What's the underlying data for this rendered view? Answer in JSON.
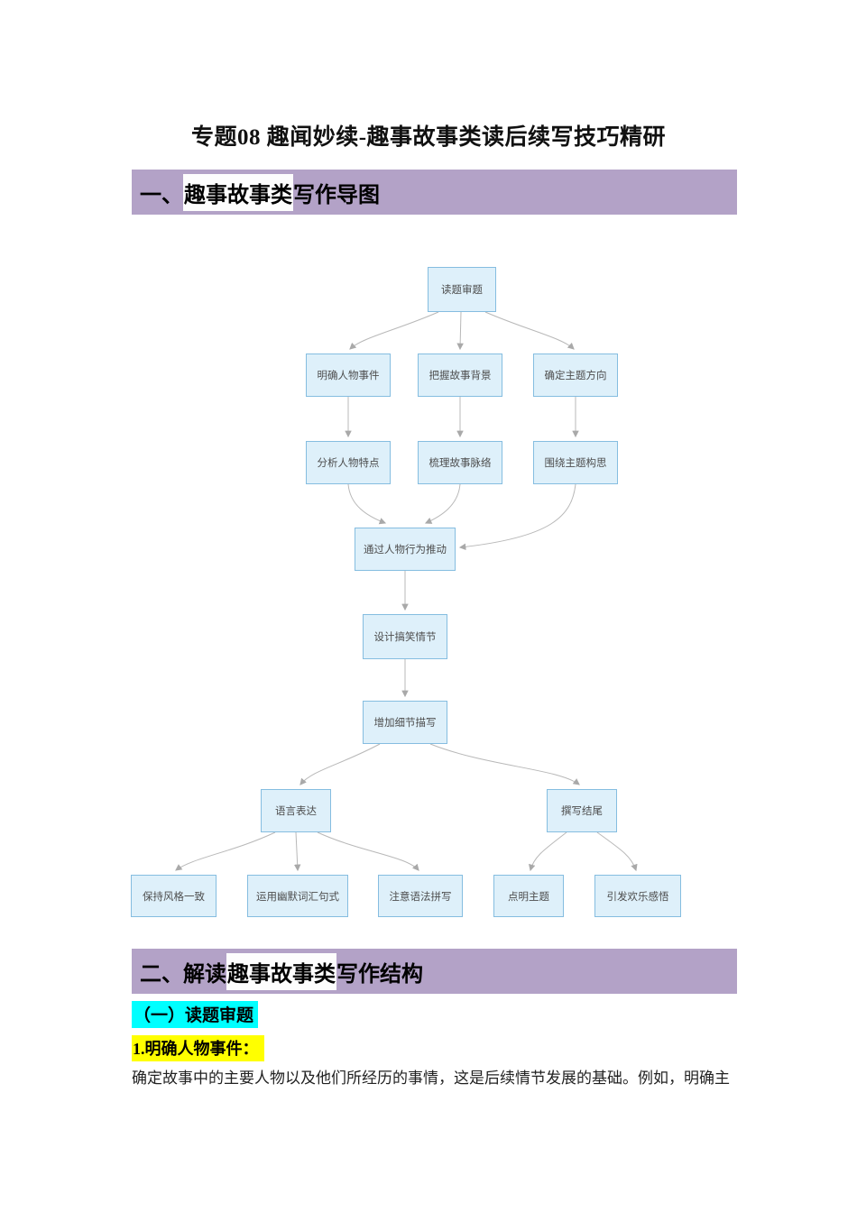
{
  "title": "专题08 趣闻妙续-趣事故事类读后续写技巧精研",
  "sections": {
    "one": {
      "prefix": "一、",
      "highlight": "趣事故事类",
      "suffix": "写作导图"
    },
    "two": {
      "prefix": "二、解读",
      "highlight": "趣事故事类",
      "suffix": "写作结构"
    }
  },
  "subsection_label": "（一）读题审题",
  "point_label": "1.明确人物事件：",
  "body_text": "确定故事中的主要人物以及他们所经历的事情，这是后续情节发展的基础。例如，明确主",
  "flowchart": {
    "nodes": [
      {
        "label": "读题审题"
      },
      {
        "label": "明确人物事件"
      },
      {
        "label": "把握故事背景"
      },
      {
        "label": "确定主题方向"
      },
      {
        "label": "分析人物特点"
      },
      {
        "label": "梳理故事脉络"
      },
      {
        "label": "围绕主题构思"
      },
      {
        "label": "通过人物行为推动"
      },
      {
        "label": "设计搞笑情节"
      },
      {
        "label": "增加细节描写"
      },
      {
        "label": "语言表达"
      },
      {
        "label": "撰写结尾"
      },
      {
        "label": "保持风格一致"
      },
      {
        "label": "运用幽默词汇句式"
      },
      {
        "label": "注意语法拼写"
      },
      {
        "label": "点明主题"
      },
      {
        "label": "引发欢乐感悟"
      }
    ]
  },
  "colors": {
    "header_bar_purple": "#b3a2c7",
    "highlight_cyan": "#00ffff",
    "highlight_yellow": "#ffff00",
    "heading_inline_highlight": "#fdfdfd",
    "node_fill": "#def0fa",
    "node_border": "#85bde0",
    "connector_gray": "#b8b8b8"
  }
}
